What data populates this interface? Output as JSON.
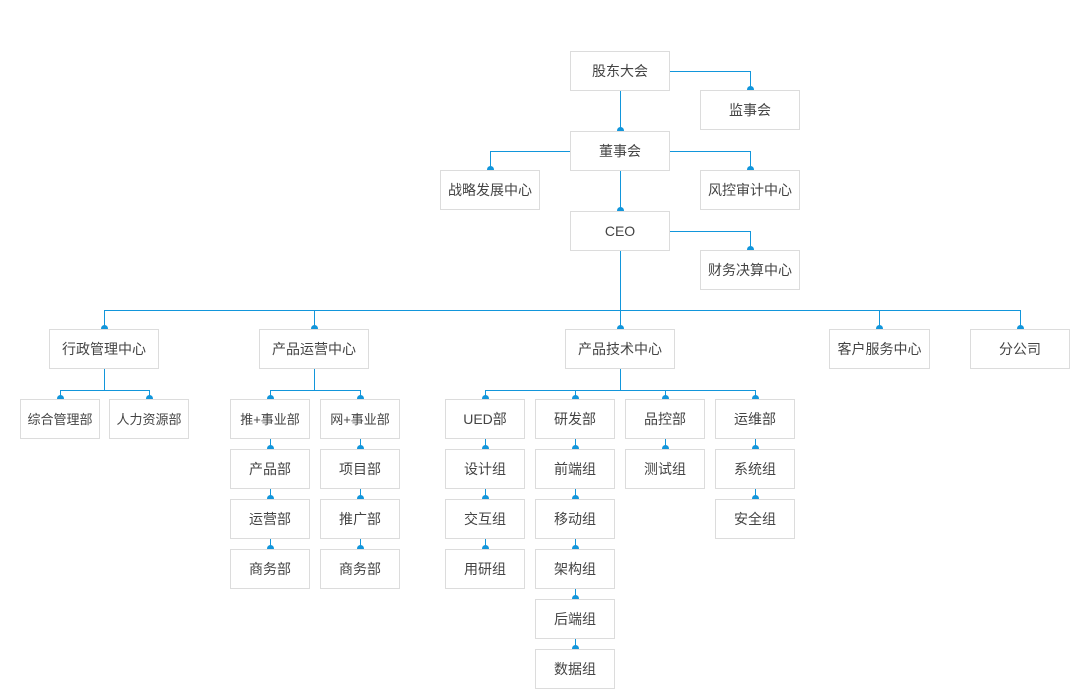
{
  "chart": {
    "type": "org-chart",
    "title": "",
    "accent_color": "#1296db",
    "box_border_color": "#dcdcdc",
    "text_color": "#444444",
    "background_color": "#ffffff"
  },
  "nodes": {
    "shareholders_meeting": "股东大会",
    "supervisory_board": "监事会",
    "board_of_directors": "董事会",
    "strategy_development_center": "战略发展中心",
    "risk_audit_center": "风控审计中心",
    "ceo": "CEO",
    "finance_settlement_center": "财务决算中心",
    "admin_management_center": "行政管理中心",
    "product_operation_center": "产品运营中心",
    "product_technology_center": "产品技术中心",
    "customer_service_center": "客户服务中心",
    "branch_company": "分公司",
    "general_management_dept": "综合管理部",
    "human_resources_dept": "人力资源部",
    "tui_plus_business_unit": "推+事业部",
    "wang_plus_business_unit": "网+事业部",
    "product_dept": "产品部",
    "project_dept": "项目部",
    "operation_dept": "运营部",
    "promotion_dept": "推广部",
    "business_dept_left": "商务部",
    "business_dept_right": "商务部",
    "ued_dept": "UED部",
    "rd_dept": "研发部",
    "qc_dept": "品控部",
    "ops_dept": "运维部",
    "design_group": "设计组",
    "frontend_group": "前端组",
    "test_group": "测试组",
    "system_group": "系统组",
    "interaction_group": "交互组",
    "mobile_group": "移动组",
    "security_group": "安全组",
    "user_research_group": "用研组",
    "architecture_group": "架构组",
    "backend_group": "后端组",
    "data_group": "数据组"
  }
}
